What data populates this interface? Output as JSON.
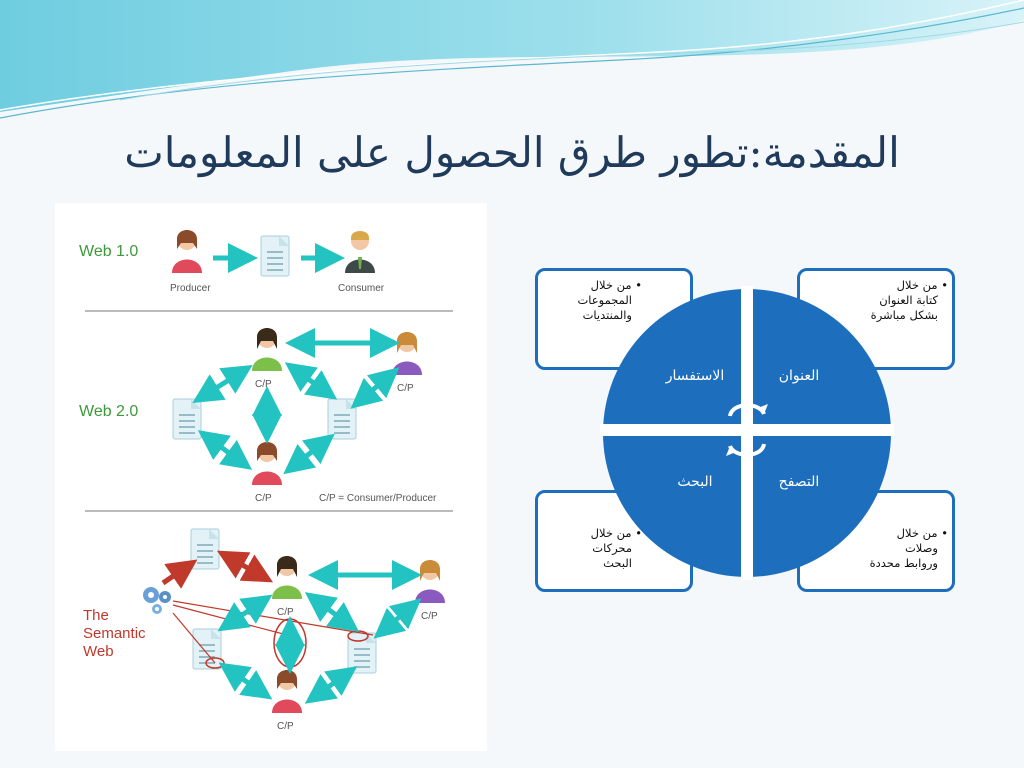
{
  "title": "المقدمة:تطور طرق الحصول على المعلومات",
  "left_figure": {
    "web1_label": "Web 1.0",
    "web2_label": "Web 2.0",
    "semantic_label": "The\nSemantic\nWeb",
    "producer": "Producer",
    "consumer": "Consumer",
    "cp": "C/P",
    "cp_legend": "C/P = Consumer/Producer"
  },
  "quadrants": {
    "top_right": "العنوان",
    "top_left": "الاستفسار",
    "bottom_right": "التصفح",
    "bottom_left": "البحث"
  },
  "boxes": {
    "top_right": {
      "bullet": "•",
      "lines": [
        "من خلال",
        "كتابة العنوان",
        "بشكل مباشرة"
      ]
    },
    "top_left": {
      "bullet": "•",
      "lines": [
        "من خلال",
        "المجموعات",
        "والمنتديات"
      ]
    },
    "bottom_left": {
      "bullet": "•",
      "lines": [
        "من خلال",
        "محركات",
        "البحث"
      ]
    },
    "bottom_right": {
      "bullet": "•",
      "lines": [
        "من خلال",
        "وصلات",
        "وروابط محددة"
      ]
    }
  },
  "colors": {
    "title": "#1f3a5a",
    "accent_blue": "#1d6fbd",
    "arrow_teal": "#22c3c0",
    "semantic_red": "#c0392b",
    "web_green": "#3c9a3a"
  }
}
